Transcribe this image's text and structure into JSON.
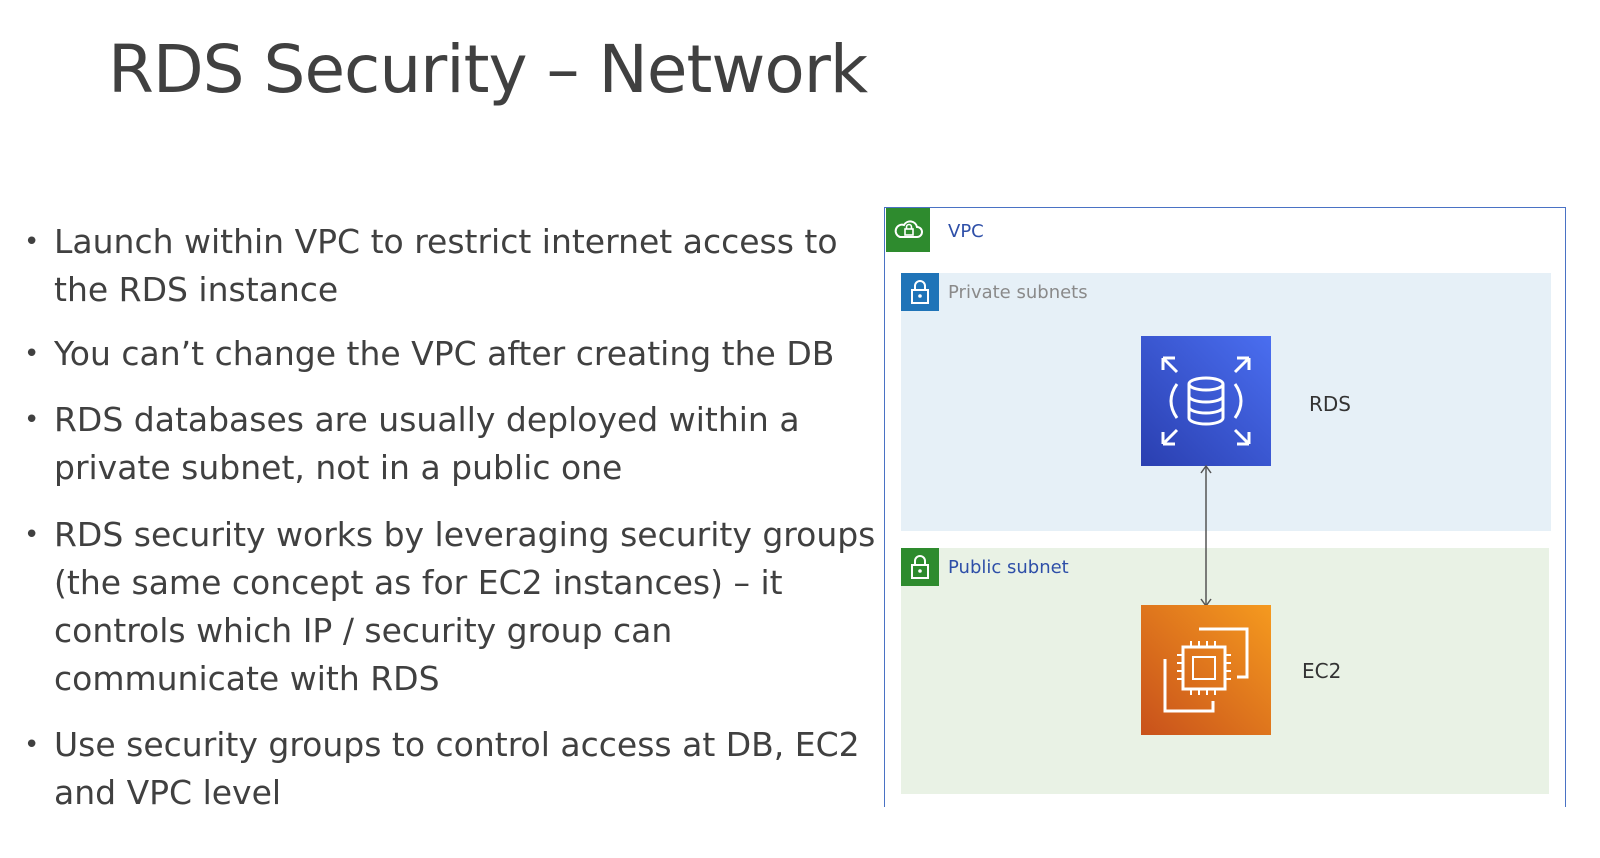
{
  "title": "RDS Security – Network",
  "bullets": [
    "Launch within VPC to restrict internet access to\nthe RDS instance",
    "You can’t change the VPC after creating the DB",
    "RDS databases are usually deployed within a\nprivate subnet, not in a public one",
    "RDS security works by leveraging security groups\n(the same concept as for EC2 instances) – it\ncontrols which IP / security group can\ncommunicate with RDS",
    "Use security groups to control access at DB, EC2\nand VPC level"
  ],
  "bullet_symbol": "•",
  "diagram": {
    "vpc": {
      "label": "VPC",
      "icon": "cloud-lock-icon",
      "color": "#2e8b2e"
    },
    "private_subnet": {
      "label": "Private subnets",
      "icon": "lock-icon",
      "color": "#1f74b8"
    },
    "public_subnet": {
      "label": "Public subnet",
      "icon": "lock-icon",
      "color": "#2e8b2e"
    },
    "rds": {
      "label": "RDS",
      "icon": "rds-database-icon",
      "color": "#3b54d6"
    },
    "ec2": {
      "label": "EC2",
      "icon": "ec2-chip-icon",
      "color": "#e8701a"
    }
  }
}
